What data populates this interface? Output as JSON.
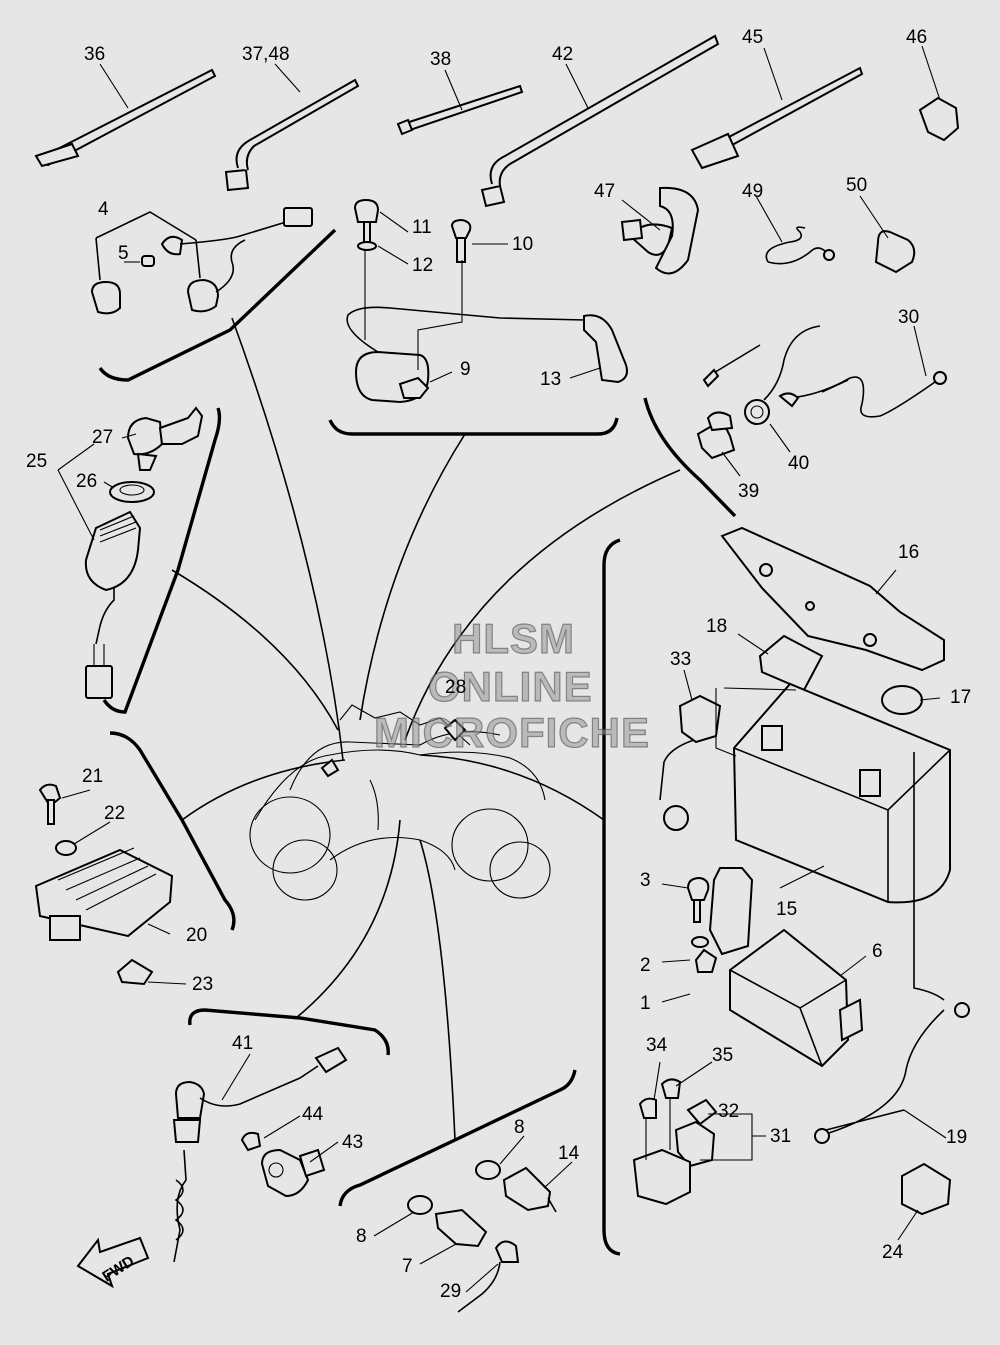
{
  "labels": {
    "l36": "36",
    "l3748": "37,48",
    "l38": "38",
    "l42": "42",
    "l45": "45",
    "l46": "46",
    "l4": "4",
    "l5": "5",
    "l11": "11",
    "l12": "12",
    "l10": "10",
    "l9": "9",
    "l13": "13",
    "l47": "47",
    "l49": "49",
    "l50": "50",
    "l30": "30",
    "l39": "39",
    "l40": "40",
    "l27": "27",
    "l25": "25",
    "l26": "26",
    "l16": "16",
    "l18": "18",
    "l33": "33",
    "l17": "17",
    "l28": "28",
    "l21": "21",
    "l22": "22",
    "l20": "20",
    "l23": "23",
    "l3": "3",
    "l15": "15",
    "l2": "2",
    "l6": "6",
    "l1": "1",
    "l34": "34",
    "l35": "35",
    "l32": "32",
    "l31": "31",
    "l19": "19",
    "l41": "41",
    "l44": "44",
    "l43": "43",
    "l8a": "8",
    "l14": "14",
    "l8b": "8",
    "l7": "7",
    "l29": "29",
    "l24": "24"
  },
  "fwd_arrow": "FWD",
  "watermark": {
    "line1": "HLSM",
    "line2": "ONLINE",
    "line3": "MICROFICHE"
  }
}
